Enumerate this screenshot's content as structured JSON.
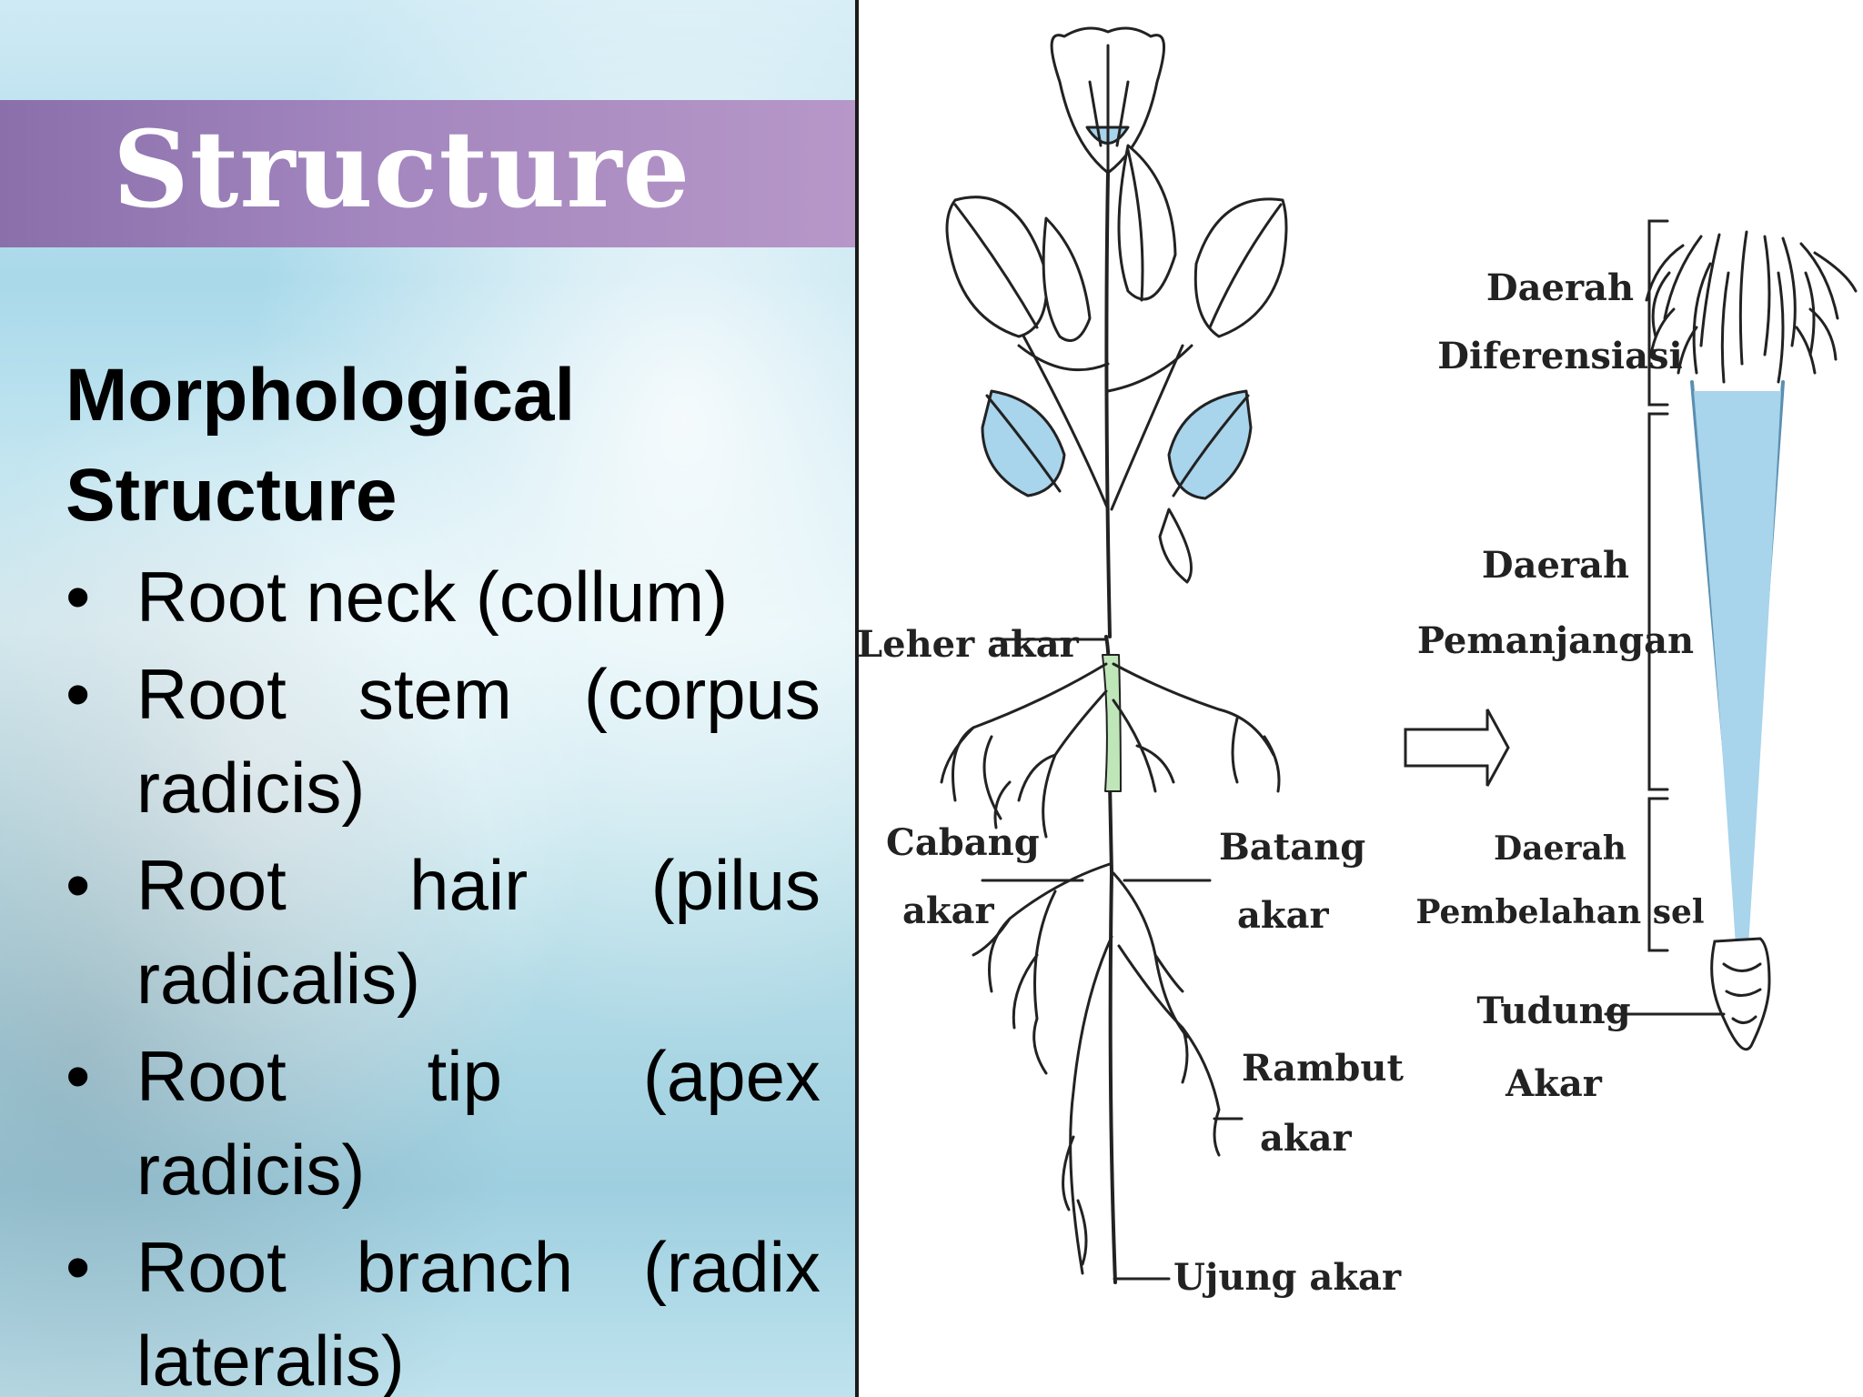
{
  "slide": {
    "title": "Structure",
    "subheading": "Morphological Structure",
    "bullets": [
      "Root neck (collum)",
      "Root stem (corpus radicis)",
      "Root hair (pilus radicalis)",
      "Root tip (apex radicis)",
      "Root branch (radix lateralis)"
    ]
  },
  "diagram": {
    "plant_labels": {
      "leher_akar": "Leher akar",
      "cabang": "Cabang",
      "cabang_akar": "akar",
      "batang": "Batang",
      "batang_akar": "akar",
      "rambut": "Rambut",
      "rambut_akar": "akar",
      "ujung_akar": "Ujung akar"
    },
    "root_labels": {
      "diferensiasi_1": "Daerah",
      "diferensiasi_2": "Diferensiasi",
      "pemanjangan_1": "Daerah",
      "pemanjangan_2": "Pemanjangan",
      "pembelahan_1": "Daerah",
      "pembelahan_2": "Pembelahan sel",
      "tudung_1": "Tudung",
      "tudung_2": "Akar"
    }
  },
  "colors": {
    "title_band": "#a487bf",
    "tint_blue": "#a8d4ec",
    "tint_green": "#bfe6b8"
  }
}
